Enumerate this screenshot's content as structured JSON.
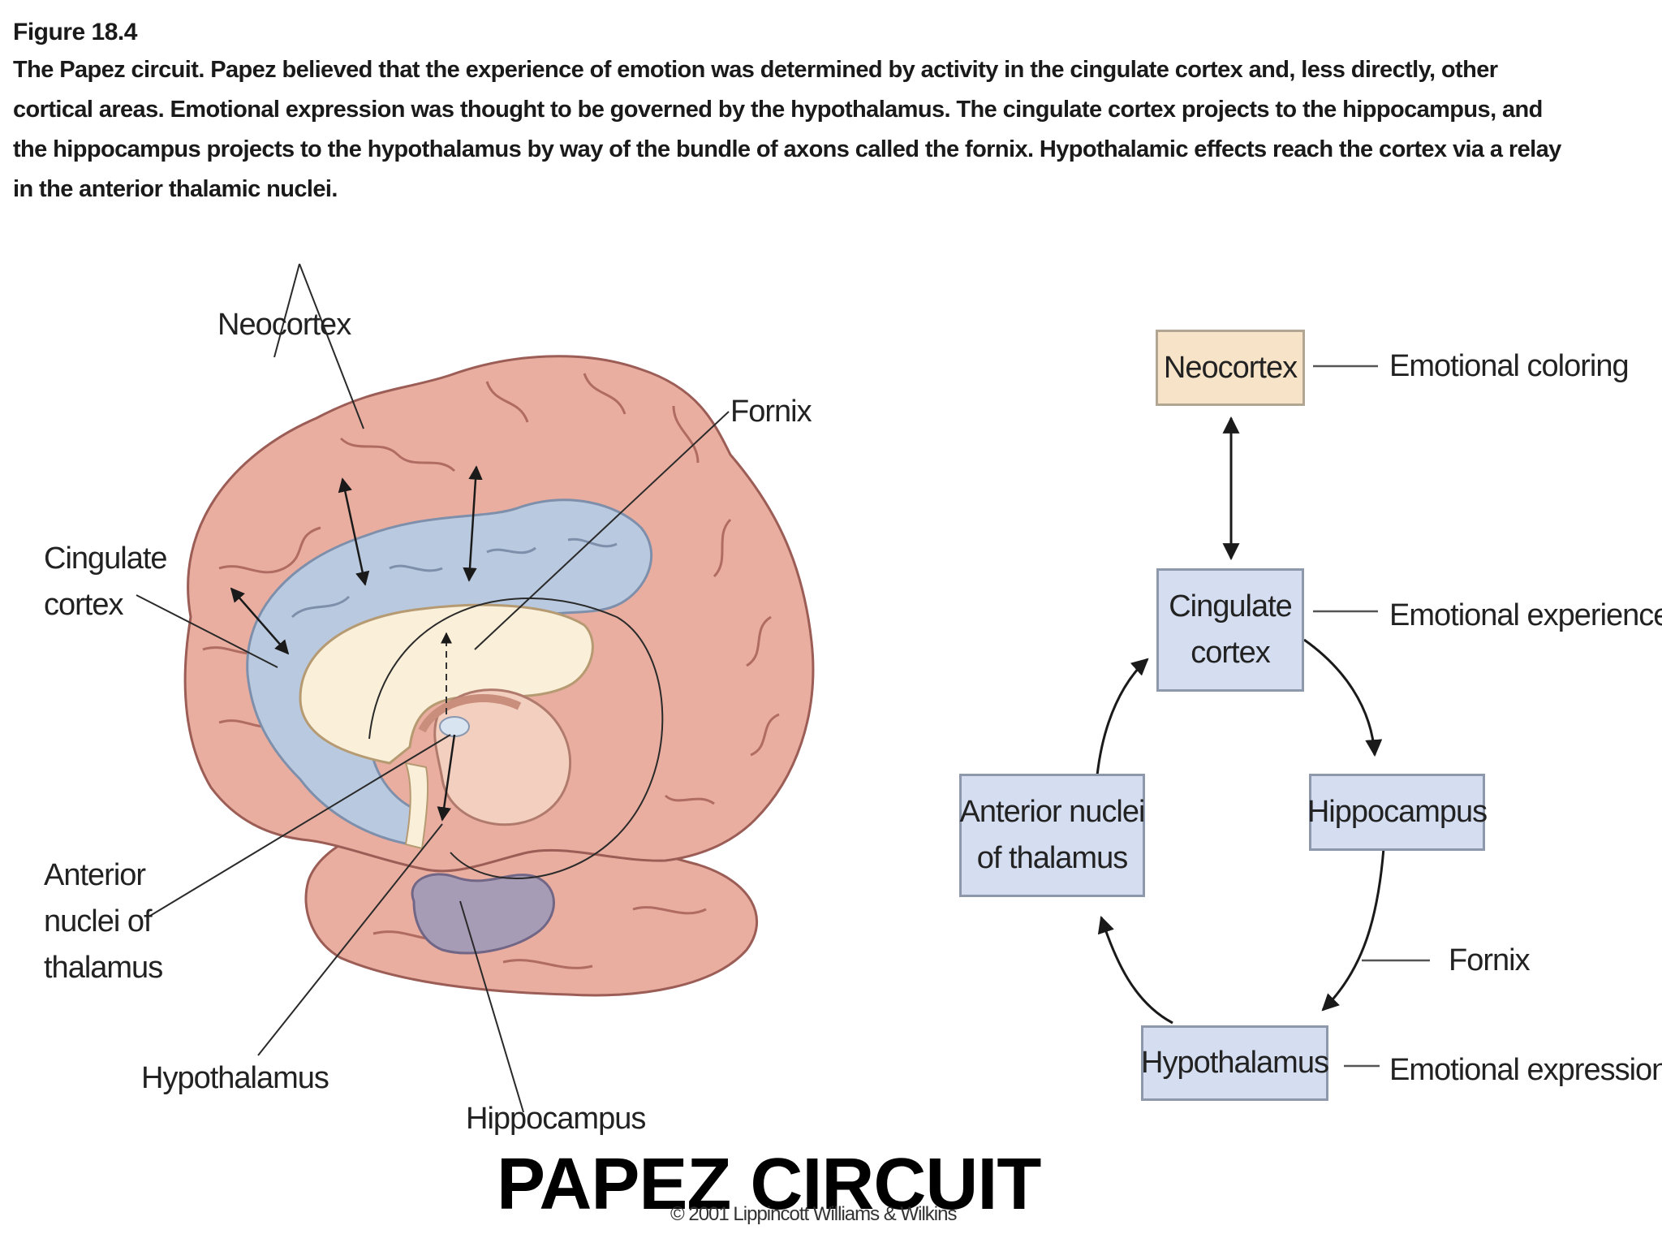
{
  "caption": {
    "figure_number": "Figure 18.4",
    "text": "The Papez circuit. Papez believed that the experience of emotion was determined by activity in the cingulate cortex and, less directly, other cortical areas. Emotional expression was thought to be governed by the hypothalamus. The cingulate cortex projects to the hippocampus, and the hippocampus projects to the hypothalamus by way of the bundle of axons called the fornix. Hypothalamic effects reach the cortex via a relay in the anterior thalamic nuclei."
  },
  "brain_labels": {
    "neocortex": "Neocortex",
    "fornix": "Fornix",
    "cingulate_cortex": "Cingulate\ncortex",
    "anterior_nuclei": "Anterior\nnuclei of\nthalamus",
    "hypothalamus": "Hypothalamus",
    "hippocampus": "Hippocampus"
  },
  "circuit": {
    "nodes": {
      "neocortex": "Neocortex",
      "cingulate": "Cingulate\ncortex",
      "hippocampus": "Hippocampus",
      "hypothalamus": "Hypothalamus",
      "anterior_nuclei": "Anterior nuclei\nof thalamus"
    },
    "annotations": {
      "neocortex": "Emotional coloring",
      "cingulate": "Emotional experience",
      "fornix": "Fornix",
      "hypothalamus": "Emotional expression"
    }
  },
  "colors": {
    "brain_tissue": "#e9aea0",
    "cortex_fill": "#b9c9df",
    "white_matter": "#faefd9",
    "hippocampus": "#a79cb6",
    "node_fill": "#d5def0",
    "neocortex_node_fill": "#f7e4c8"
  },
  "title": "PAPEZ CIRCUIT",
  "credit": "© 2001 Lippincott Williams & Wilkins"
}
